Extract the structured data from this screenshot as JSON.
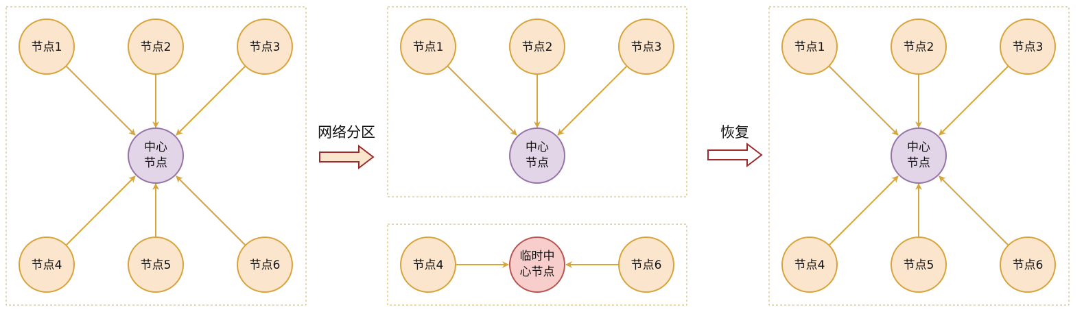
{
  "nodes": {
    "n1": "节点1",
    "n2": "节点2",
    "n3": "节点3",
    "n4": "节点4",
    "n5": "节点5",
    "n6": "节点6"
  },
  "hub": {
    "line1": "中心",
    "line2": "节点"
  },
  "temp_hub": {
    "line1": "临时中",
    "line2": "心节点"
  },
  "steps": {
    "partition": "网络分区",
    "recover": "恢复"
  },
  "colors": {
    "node_fill": "#fce5cd",
    "node_stroke": "#d6a43a",
    "hub_fill": "#e1d5e7",
    "hub_stroke": "#9673a6",
    "temp_fill": "#f8cecc",
    "temp_stroke": "#b85450",
    "step_arrow_stroke": "#9c2a2a"
  }
}
